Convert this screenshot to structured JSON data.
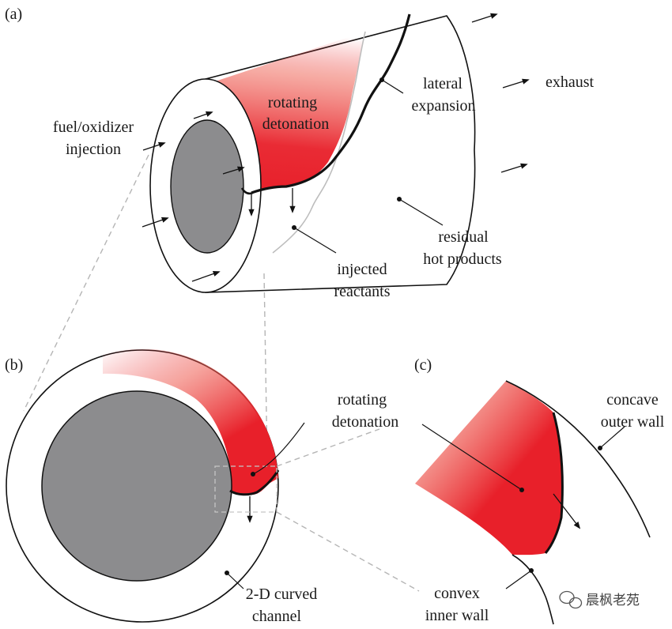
{
  "panels": {
    "a": "(a)",
    "b": "(b)",
    "c": "(c)"
  },
  "labels": {
    "rotating_detonation_a": [
      "rotating",
      "detonation"
    ],
    "lateral_expansion": [
      "lateral",
      "expansion"
    ],
    "exhaust": "exhaust",
    "fuel_oxidizer_injection": [
      "fuel/oxidizer",
      "injection"
    ],
    "residual_hot_products": [
      "residual",
      "hot products"
    ],
    "injected_reactants": [
      "injected",
      "reactants"
    ],
    "rotating_detonation_b": [
      "rotating",
      "detonation"
    ],
    "curved_channel": [
      "2-D curved",
      "channel"
    ],
    "concave_outer_wall": [
      "concave",
      "outer wall"
    ],
    "convex_inner_wall": [
      "convex",
      "inner wall"
    ]
  },
  "watermark": "晨枫老苑",
  "colors": {
    "detonation_red": "#e8202a",
    "inner_body_gray": "#8c8c8e",
    "outline": "#111111",
    "dashed_guide": "#b5b5b5"
  }
}
